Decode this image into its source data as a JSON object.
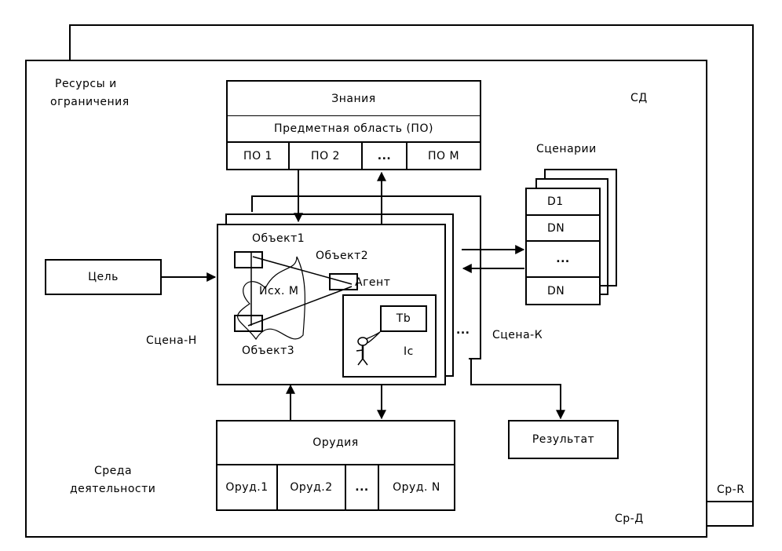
{
  "labels": {
    "resources": "Ресурсы и",
    "resources_line2": "ограничения",
    "sd": "СД",
    "scenarios_title": "Сценарии",
    "goal": "Цель",
    "scene_h": "Сцена-Н",
    "scene_k": "Сцена-К",
    "scene_dots": "...",
    "result": "Результат",
    "environment": "Среда",
    "environment_line2": "деятельности",
    "cr_d": "Ср-Д",
    "cr_r": "Ср-R"
  },
  "knowledge": {
    "title": "Знания",
    "domain": "Предметная область (ПО)",
    "cells": [
      "ПО 1",
      "ПО 2",
      "...",
      "ПО  М"
    ]
  },
  "scene": {
    "object1": "Объект1",
    "object2": "Объект2",
    "object3": "Объект3",
    "model": "Исх. М",
    "agent": "Агент",
    "tb": "Tb",
    "ic": "Ic"
  },
  "scenarios": {
    "rows": [
      "D1",
      "DN",
      "...",
      "DN"
    ]
  },
  "tools": {
    "title": "Орудия",
    "cells": [
      "Оруд.1",
      "Оруд.2",
      "...",
      "Оруд. N"
    ]
  }
}
